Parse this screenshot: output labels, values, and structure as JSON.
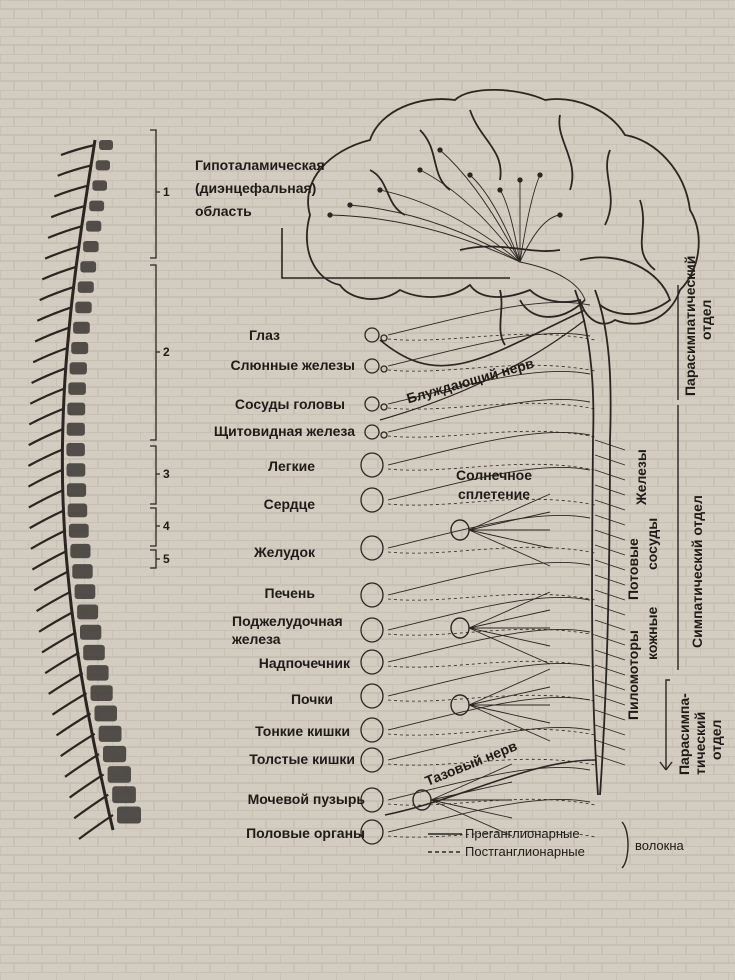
{
  "colors": {
    "paper": "#d3ccc0",
    "tile_line": "#bdb5a8",
    "ink": "#2a2622",
    "vertebra": "#3a3632"
  },
  "segments": [
    "1",
    "2",
    "3",
    "4",
    "5"
  ],
  "brain": {
    "region_label": [
      "Гипоталамическая",
      "(диэнцефальная)",
      "область"
    ]
  },
  "organs": [
    "Глаз",
    "Слюнные железы",
    "Сосуды головы",
    "Щитовидная железа",
    "Легкие",
    "Сердце",
    "Желудок",
    "Печень",
    "Поджелудочная",
    "железа",
    "Надпочечник",
    "Почки",
    "Тонкие кишки",
    "Толстые кишки",
    "Мочевой пузырь",
    "Половые органы"
  ],
  "nerves": {
    "vagus": "Блуждающий нерв",
    "solar_plexus": [
      "Солнечное",
      "сплетение"
    ],
    "pelvic": "Тазовый нерв"
  },
  "targets": {
    "glands": "Железы",
    "sweat": "Потовые",
    "vessels": "сосуды",
    "pilomotors": "Пиломоторы",
    "skin": "кожные"
  },
  "divisions": {
    "parasympathetic_top": [
      "Парасимпатический",
      "отдел"
    ],
    "sympathetic": "Симпатический отдел",
    "parasympathetic_bottom": [
      "Парасимпа-",
      "тический",
      "отдел"
    ]
  },
  "legend": {
    "pre": "Преганглионарные",
    "post": "Постганглионарные",
    "fibers": "волокна"
  }
}
